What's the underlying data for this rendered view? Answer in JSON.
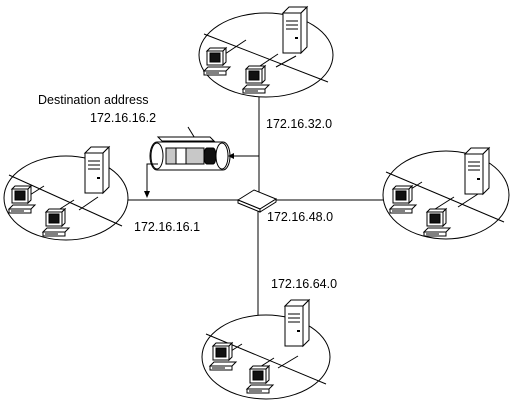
{
  "labels": {
    "destination_caption": "Destination address",
    "destination_ip": "172.16.16.2",
    "net_north": "172.16.32.0",
    "net_west": "172.16.16.1",
    "net_east": "172.16.48.0",
    "net_south": "172.16.64.0"
  },
  "colors": {
    "line": "#000000",
    "background": "#ffffff",
    "packet_shade": "#c8c8c8"
  }
}
